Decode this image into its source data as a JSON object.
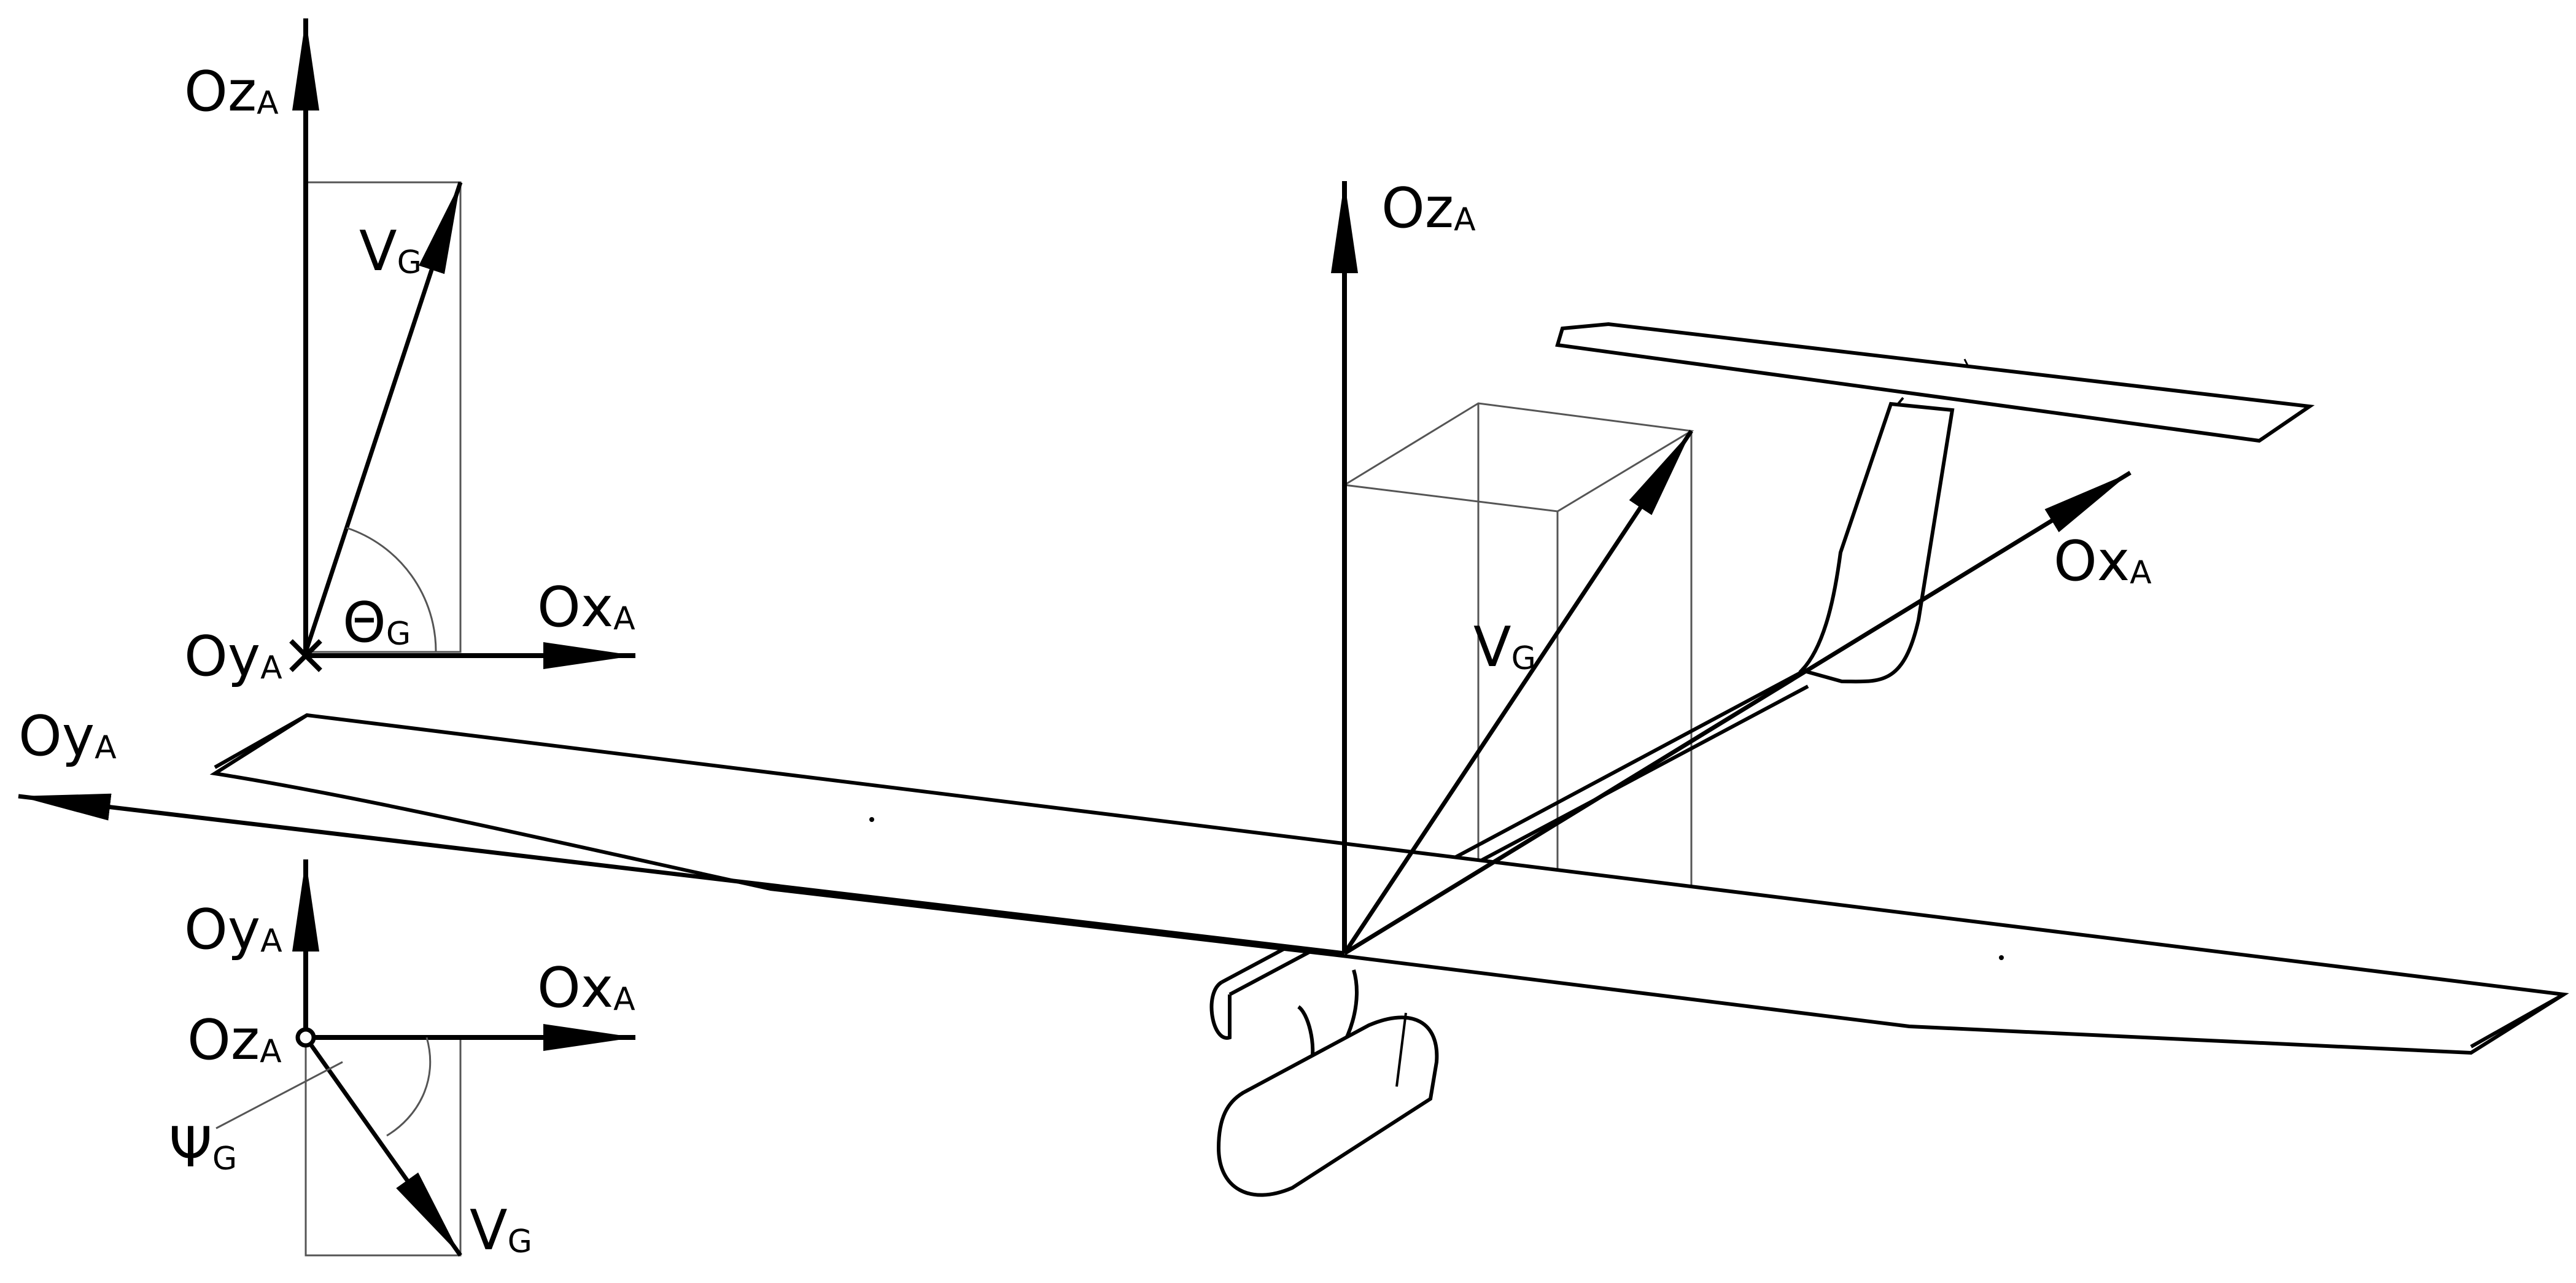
{
  "labels": {
    "top_view_z": {
      "main": "Oz",
      "sub": "A"
    },
    "top_view_x": {
      "main": "Ox",
      "sub": "A"
    },
    "top_view_y": {
      "main": "Oy",
      "sub": "A"
    },
    "top_view_v": {
      "main": "V",
      "sub": "G"
    },
    "theta": {
      "main": "Θ",
      "sub": "G"
    },
    "plan_y": {
      "main": "Oy",
      "sub": "A"
    },
    "plan_x": {
      "main": "Ox",
      "sub": "A"
    },
    "plan_z": {
      "main": "Oz",
      "sub": "A"
    },
    "psi": {
      "main": "Ψ",
      "sub": "G"
    },
    "plan_v": {
      "main": "V",
      "sub": "G"
    },
    "iso_z": {
      "main": "Oz",
      "sub": "A"
    },
    "iso_x": {
      "main": "Ox",
      "sub": "A"
    },
    "iso_y": {
      "main": "Oy",
      "sub": "A"
    },
    "iso_v": {
      "main": "V",
      "sub": "G"
    }
  },
  "colors": {
    "line": "#000000",
    "thin_line": "#555555",
    "background": "#ffffff"
  }
}
